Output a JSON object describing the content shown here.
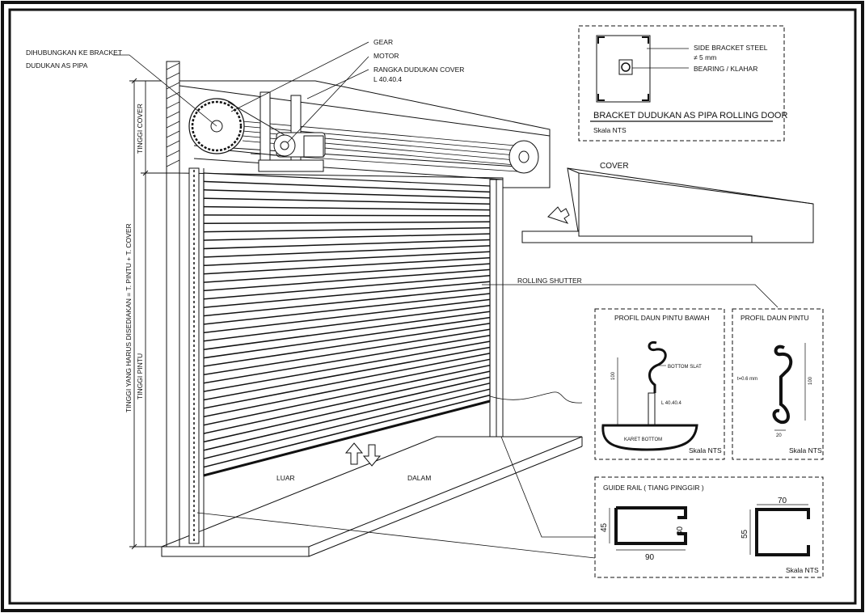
{
  "labels": {
    "bracket_link_1": "DIHUBUNGKAN KE BRACKET",
    "bracket_link_2": "DUDUKAN AS PIPA",
    "gear": "GEAR",
    "motor": "MOTOR",
    "frame_1": "RANGKA DUDUKAN COVER",
    "frame_2": "L 40.40.4",
    "tinggi_cover": "TINGGI COVER",
    "tinggi_total": "TINGGI YANG HARUS DISEDIAKAN = T. PINTU + T. COVER",
    "tinggi_pintu": "TINGGI PINTU",
    "cover": "COVER",
    "rolling_shutter": "ROLLING SHUTTER",
    "luar": "LUAR",
    "dalam": "DALAM"
  },
  "bracket_detail": {
    "side_bracket": "SIDE BRACKET STEEL",
    "thickness": "≠ 5 mm",
    "bearing": "BEARING / KLAHAR",
    "title": "BRACKET DUDUKAN AS PIPA ROLLING DOOR",
    "scale": "Skala NTS"
  },
  "profile_bottom": {
    "title": "PROFIL DAUN PINTU BAWAH",
    "bottom_slat": "BOTTOM SLAT",
    "angle": "L 40.40.4",
    "karet": "KARET BOTTOM",
    "dim_height": "100",
    "scale": "Skala NTS"
  },
  "profile_slat": {
    "title": "PROFIL DAUN PINTU",
    "thickness": "t=0.6 mm",
    "dim_height": "100",
    "dim_width": "20",
    "scale": "Skala NTS"
  },
  "guide_rail": {
    "title": "GUIDE RAIL ( TIANG PINGGIR )",
    "rail_a_height": "45",
    "rail_a_inner": "30",
    "rail_a_width": "90",
    "rail_b_width": "70",
    "rail_b_height": "55",
    "scale": "Skala NTS"
  },
  "colors": {
    "ink": "#111111",
    "paper": "#ffffff"
  }
}
